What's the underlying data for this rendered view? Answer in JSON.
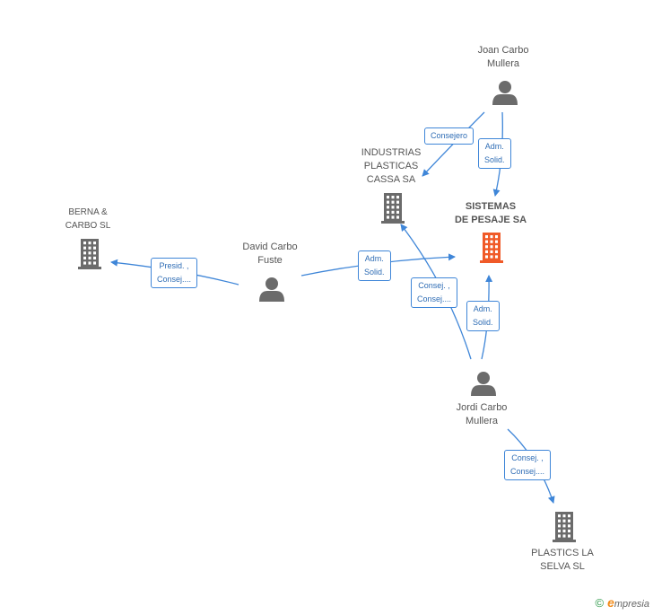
{
  "nodes": {
    "joan": {
      "type": "person",
      "lines": [
        "Joan Carbo",
        "Mullera"
      ]
    },
    "industrias": {
      "type": "company",
      "lines": [
        "INDUSTRIAS",
        "PLASTICAS",
        "CASSA SA"
      ]
    },
    "sistemas": {
      "type": "company",
      "highlight": true,
      "lines": [
        "SISTEMAS",
        "DE PESAJE SA"
      ]
    },
    "berna": {
      "type": "company",
      "lines": [
        "BERNA &",
        "CARBO SL"
      ]
    },
    "david": {
      "type": "person",
      "lines": [
        "David Carbo",
        "Fuste"
      ]
    },
    "jordi": {
      "type": "person",
      "lines": [
        "Jordi Carbo",
        "Mullera"
      ]
    },
    "plastics": {
      "type": "company",
      "lines": [
        "PLASTICS LA",
        "SELVA SL"
      ]
    }
  },
  "edges": {
    "joan_industrias": {
      "lines": [
        "Consejero"
      ]
    },
    "joan_sistemas": {
      "lines": [
        "Adm.",
        "Solid."
      ]
    },
    "david_berna": {
      "lines": [
        "Presid. ,",
        "Consej...."
      ]
    },
    "david_sistemas": {
      "lines": [
        "Adm.",
        "Solid."
      ]
    },
    "jordi_industrias": {
      "lines": [
        "Consej. ,",
        "Consej...."
      ]
    },
    "jordi_sistemas": {
      "lines": [
        "Adm.",
        "Solid."
      ]
    },
    "jordi_plastics": {
      "lines": [
        "Consej. ,",
        "Consej...."
      ]
    }
  },
  "colors": {
    "edge": "#3f86d8",
    "icon": "#6b6b6b",
    "highlight_icon": "#f05a28"
  },
  "footer": {
    "copyright": "©",
    "brand_initial": "e",
    "brand_rest": "mpresia"
  }
}
